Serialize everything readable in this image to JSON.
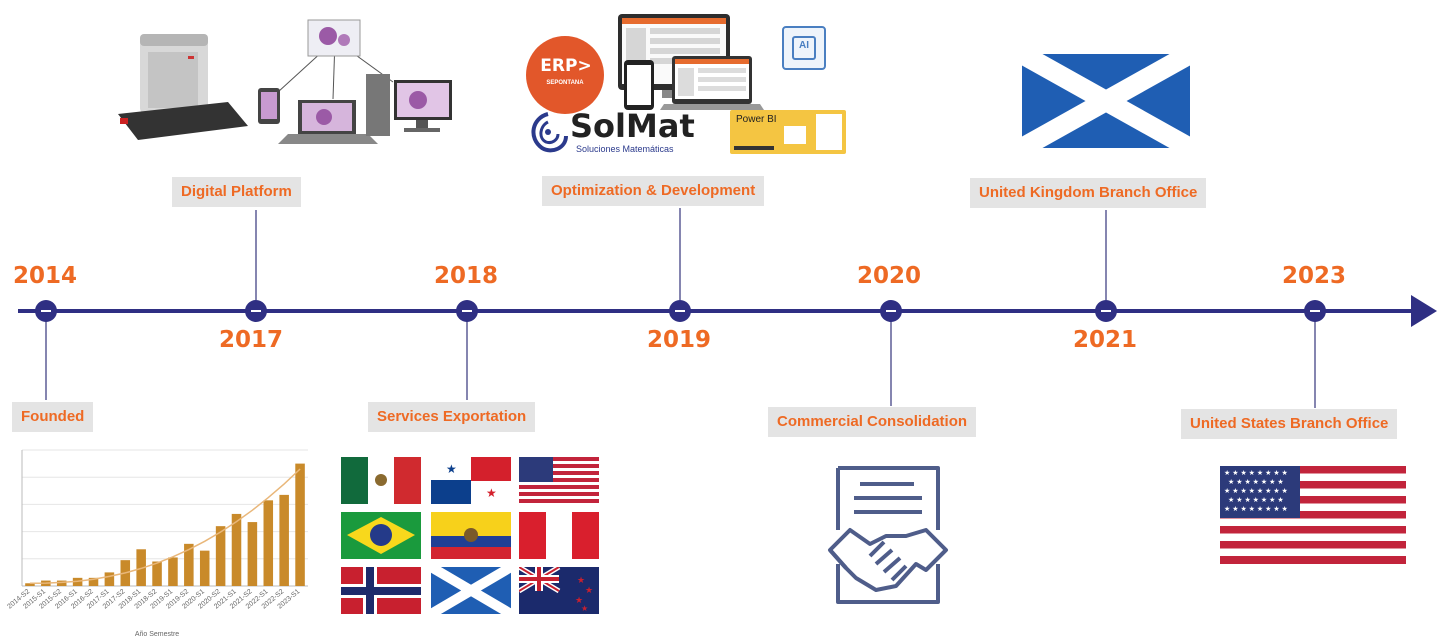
{
  "timeline": {
    "colors": {
      "accent": "#ee6a24",
      "line": "#2f2f83",
      "label_bg": "#e4e4e4",
      "connector": "#8585b0"
    },
    "events": [
      {
        "year": "2014",
        "label": "Founded",
        "image": "growth-bar-chart"
      },
      {
        "year": "2017",
        "label": "Digital Platform",
        "image": "digital-scanner-devices"
      },
      {
        "year": "2018",
        "label": "Services Exportation",
        "image": "country-flags-grid"
      },
      {
        "year": "2019",
        "label": "Optimization & Development",
        "image": "software-logos"
      },
      {
        "year": "2020",
        "label": "Commercial Consolidation",
        "image": "handshake-contract-icon"
      },
      {
        "year": "2021",
        "label": "United Kingdom Branch Office",
        "image": "scotland-flag"
      },
      {
        "year": "2023",
        "label": "United States Branch Office",
        "image": "usa-flag"
      }
    ]
  },
  "logos": {
    "erp_text": "ERP>",
    "erp_sub": "SEPONTANA",
    "solmat_name": "SolMat",
    "solmat_sub": "Soluciones Matemáticas",
    "powerbi": "Power BI",
    "ai_chip": "AI"
  },
  "growth_chart": {
    "xlabel": "Año Semestre",
    "ticks": [
      "2014-S2",
      "2015-S1",
      "2015-S2",
      "2016-S1",
      "2016-S2",
      "2017-S1",
      "2017-S2",
      "2018-S1",
      "2018-S2",
      "2019-S1",
      "2019-S2",
      "2020-S1",
      "2020-S2",
      "2021-S1",
      "2021-S2",
      "2022-S1",
      "2022-S2",
      "2023-S1"
    ]
  },
  "chart_data": {
    "type": "bar",
    "categories": [
      "2014-S2",
      "2015-S1",
      "2015-S2",
      "2016-S1",
      "2016-S2",
      "2017-S1",
      "2017-S2",
      "2018-S1",
      "2018-S2",
      "2019-S1",
      "2019-S2",
      "2020-S1",
      "2020-S2",
      "2021-S1",
      "2021-S2",
      "2022-S1",
      "2022-S2",
      "2023-S1"
    ],
    "values": [
      2,
      4,
      4,
      6,
      6,
      10,
      19,
      27,
      18,
      21,
      31,
      26,
      44,
      53,
      47,
      63,
      67,
      90
    ],
    "xlabel": "Año Semestre",
    "ylabel": "",
    "ylim": [
      0,
      100
    ],
    "grid": true,
    "trendline": true,
    "colors": {
      "bar": "#c98a2a",
      "trend": "#e9b77a"
    }
  }
}
